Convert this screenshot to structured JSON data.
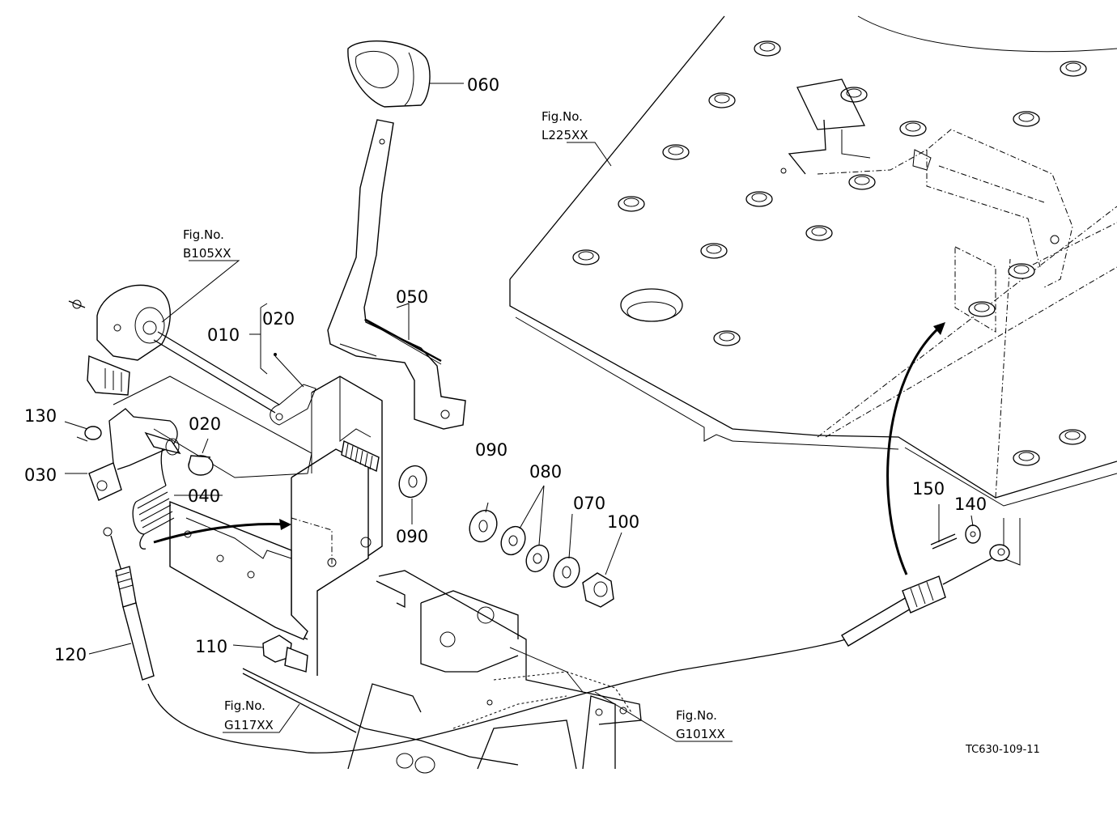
{
  "diagram": {
    "drawing_code": "TC630-109-11",
    "part_labels": {
      "p010": "010",
      "p020a": "020",
      "p020b": "020",
      "p030": "030",
      "p040": "040",
      "p050": "050",
      "p060": "060",
      "p070": "070",
      "p080": "080",
      "p090a": "090",
      "p090b": "090",
      "p100": "100",
      "p110": "110",
      "p120": "120",
      "p130": "130",
      "p140": "140",
      "p150": "150"
    },
    "figure_refs": {
      "l225": {
        "title": "Fig.No.",
        "number": "L225XX"
      },
      "b105": {
        "title": "Fig.No.",
        "number": "B105XX"
      },
      "g117": {
        "title": "Fig.No.",
        "number": "G117XX"
      },
      "g101": {
        "title": "Fig.No.",
        "number": "G101XX"
      }
    }
  }
}
